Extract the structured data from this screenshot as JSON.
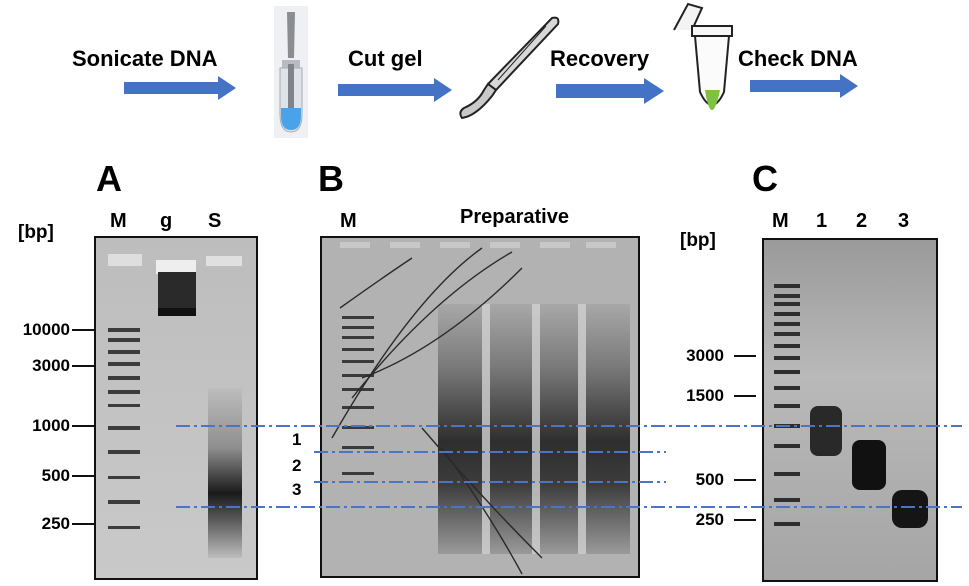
{
  "workflow": {
    "steps": [
      "Sonicate DNA",
      "Cut gel",
      "Recovery",
      "Check DNA"
    ],
    "arrow_color": "#4472c4"
  },
  "panels": {
    "A": {
      "letter": "A",
      "unit": "[bp]",
      "lanes": [
        "M",
        "g",
        "S"
      ],
      "marker_labels": [
        "10000",
        "3000",
        "1000",
        "500",
        "250"
      ]
    },
    "B": {
      "letter": "B",
      "lane_marker": "M",
      "title": "Preparative",
      "slice_labels": [
        "1",
        "2",
        "3"
      ]
    },
    "C": {
      "letter": "C",
      "unit": "[bp]",
      "lanes": [
        "M",
        "1",
        "2",
        "3"
      ],
      "marker_labels": [
        "3000",
        "1500",
        "500",
        "250"
      ]
    }
  },
  "guide_line_color": "#4a74c8"
}
